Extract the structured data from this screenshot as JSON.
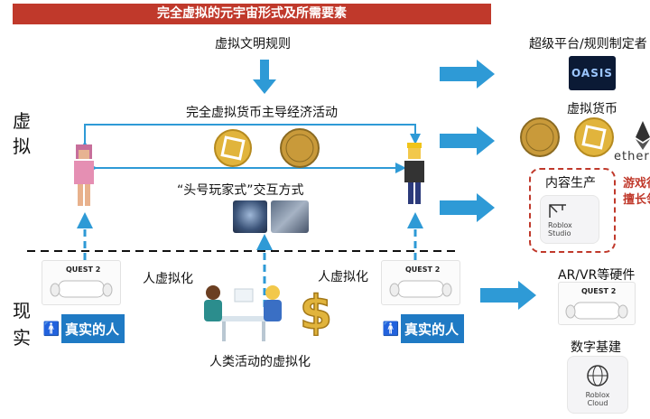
{
  "banner": "完全虚拟的元宇宙形式及所需要素",
  "side_labels": {
    "virtual": [
      "虚",
      "拟"
    ],
    "real": [
      "现",
      "实"
    ]
  },
  "labels": {
    "civilization_rules": "虚拟文明规则",
    "economy": "完全虚拟货币主导经济活动",
    "interaction": "“头号玩家式”交互方式",
    "virtualize_left": "人虚拟化",
    "virtualize_right": "人虚拟化",
    "human_activity": "人类活动的虚拟化",
    "real_person_left": "真实的人",
    "real_person_right": "真实的人"
  },
  "right_column": {
    "super_platform": "超级平台/规则制定者",
    "oasis_logo": "OASIS",
    "currency": "虚拟货币",
    "ether_text": "ether",
    "content": "内容生产",
    "roblox_studio": [
      "Roblox",
      "Studio"
    ],
    "game_note": [
      "游戏行",
      "擅长领"
    ],
    "hardware": "AR/VR等硬件",
    "infrastructure": "数字基建",
    "roblox_cloud": [
      "Roblox",
      "Cloud"
    ]
  },
  "headset_text": "QUEST 2",
  "colors": {
    "banner": "#c0392b",
    "arrow": "#2e9ad6",
    "badge": "#1f7ac4",
    "dashed": "#c0392b"
  }
}
